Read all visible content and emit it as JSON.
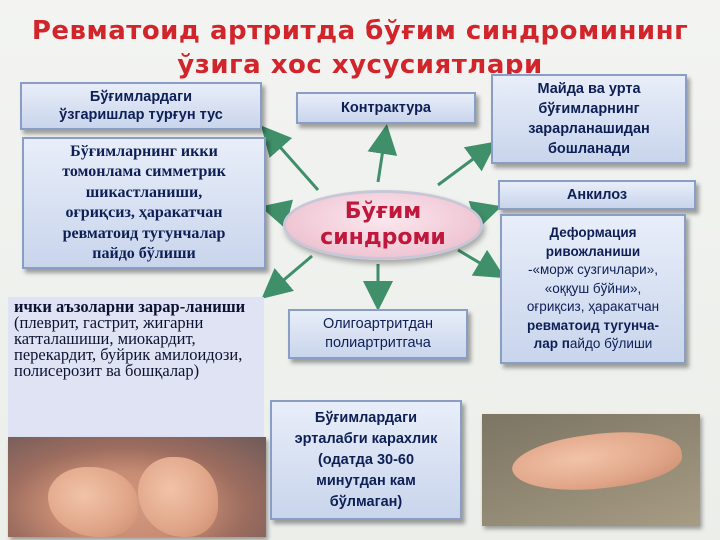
{
  "title": {
    "line1": "Ревматоид артритда бўғим синдромининг",
    "line2": "ўзига хос хусусиятлари"
  },
  "hub": {
    "line1": "Бўғим",
    "line2": "синдроми"
  },
  "boxes": {
    "color_change": {
      "line1": "Бўғимлардаги",
      "line2": "ўзгаришлар турғун тус"
    },
    "contracture": {
      "text": "Контрактура"
    },
    "small_medium": {
      "line1": "Майда ва урта",
      "line2": "бўғимларнинг",
      "line3": "зарарланашидан",
      "line4": "бошланади"
    },
    "symmetric": {
      "line1": "Бўғимларнинг икки",
      "line2": "томонлама симметрик",
      "line3": "шикастланиши,",
      "line4": "оғриқсиз, ҳаракатчан",
      "line5": "ревматоид тугунчалар",
      "line6": "пайдо бўлиши"
    },
    "ankylosis": {
      "text": "Анкилоз"
    },
    "deformation": {
      "line1": "Деформация",
      "line2": "ривожланиши",
      "line3": "-«морж сузгичлари»,",
      "line4": "«оққуш бўйни»,",
      "line5": "оғриқсиз, ҳаракатчан",
      "line6": "ревматоид тугунча-",
      "line7a": "лар п",
      "line7b": "айдо бўлиши"
    },
    "oligo": {
      "line1": "Олигоартритдан",
      "line2": "полиартритгача"
    },
    "morning": {
      "line1": "Бўғимлардаги",
      "line2": "эрталабги карахлик",
      "line3": "(одатда 30-60",
      "line4": "минутдан кам",
      "line5": "бўлмаган)"
    }
  },
  "organs": {
    "bold": "ички аъзоларни зарар-ланиши",
    "rest": " (плеврит, гастрит, жигарни катталашиши, миокардит, перекардит, буйрик амилоидози, полисерозит  ва бошқалар)"
  },
  "colors": {
    "title": "#d2252b",
    "hub_text": "#c0183c",
    "box_text": "#0d1f55",
    "arrow": "#3f8f6a"
  }
}
